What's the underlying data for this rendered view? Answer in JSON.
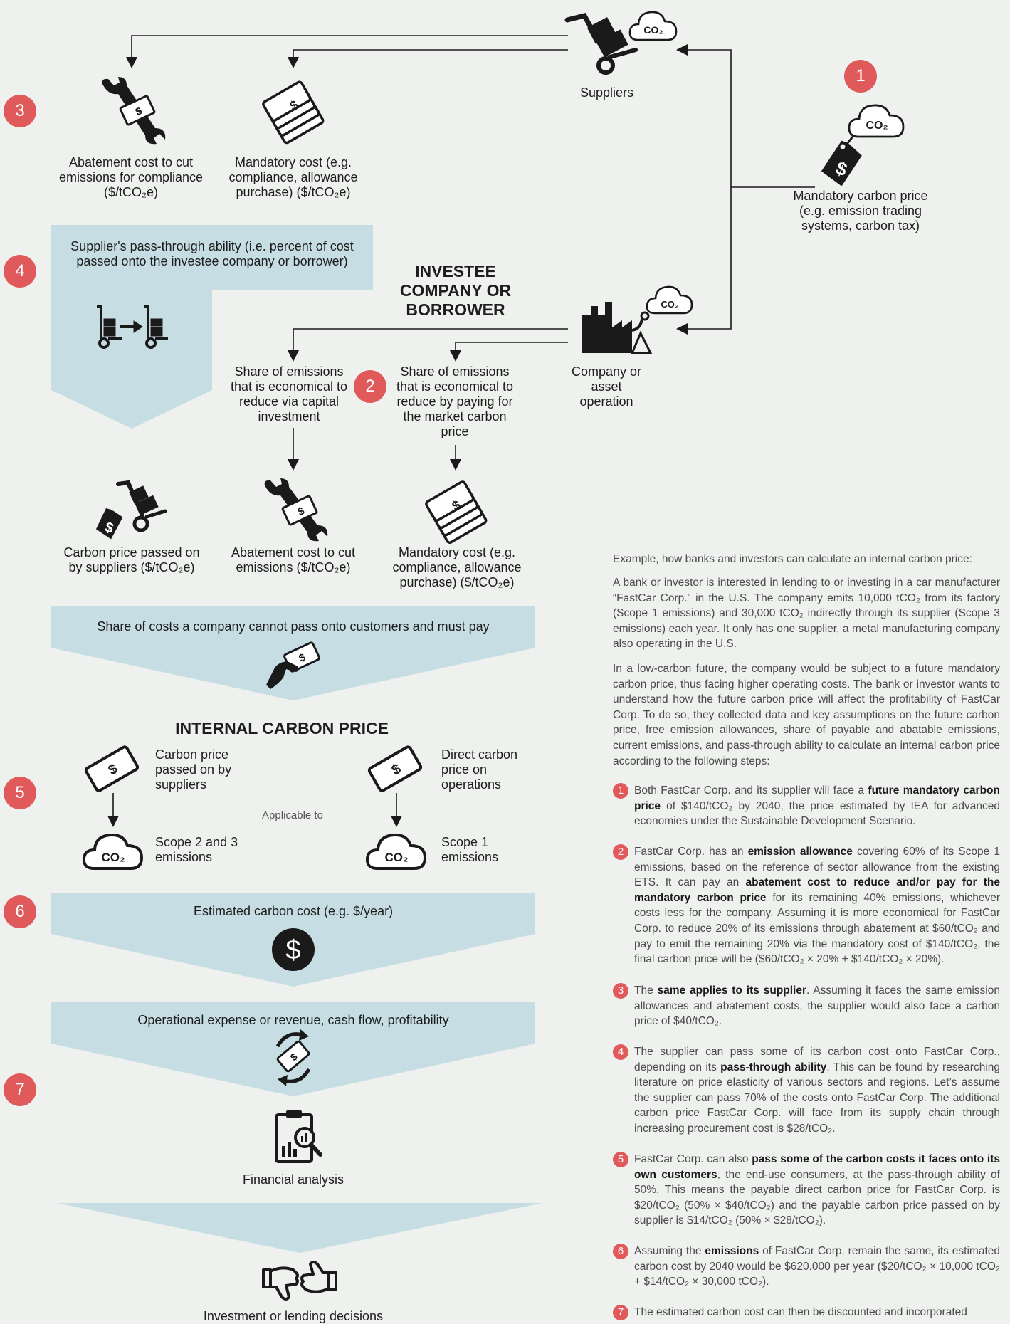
{
  "colors": {
    "background": "#eef1ee",
    "band": "#c6dde4",
    "badge": "#e05a5c",
    "ink": "#1a1a1a"
  },
  "badges": [
    "1",
    "2",
    "3",
    "4",
    "5",
    "6",
    "7"
  ],
  "suppliers": {
    "label": "Suppliers",
    "co2": "CO₂"
  },
  "mandatory_price": {
    "label": "Mandatory carbon price (e.g. emission trading systems, carbon tax)",
    "co2": "CO₂",
    "icon": "price-tag-dollar-icon"
  },
  "supplier_costs": {
    "abatement": "Abatement cost to cut emissions for compliance ($/tCO₂e)",
    "mandatory": "Mandatory cost (e.g. compliance, allowance purchase) ($/tCO₂e)"
  },
  "pass_through": {
    "label": "Supplier's pass-through ability (i.e. percent of cost passed onto the investee company or borrower)"
  },
  "investee": {
    "title": "INVESTEE COMPANY OR BORROWER"
  },
  "operation": {
    "label": "Company or asset operation",
    "co2": "CO₂"
  },
  "shares": {
    "capital": "Share of emissions that is economical to reduce via capital investment",
    "market": "Share of emissions that is economical to reduce by paying for the market carbon price"
  },
  "company_costs": {
    "passed": "Carbon price passed on by suppliers ($/tCO₂e)",
    "abatement": "Abatement cost to cut emissions ($/tCO₂e)",
    "mandatory": "Mandatory cost (e.g. compliance, allowance purchase) ($/tCO₂e)"
  },
  "share_costs": {
    "label": "Share of costs a company cannot pass onto customers and must pay"
  },
  "internal": {
    "title": "INTERNAL CARBON PRICE",
    "left_price": "Carbon price passed on by suppliers",
    "right_price": "Direct carbon price on operations",
    "applicable": "Applicable to",
    "left_scope": "Scope 2 and 3 emissions",
    "right_scope": "Scope 1 emissions",
    "co2": "CO₂"
  },
  "estimated": {
    "label": "Estimated carbon cost (e.g. $/year)"
  },
  "operational": {
    "label": "Operational expense or revenue, cash flow, profitability"
  },
  "financial": {
    "label": "Financial analysis"
  },
  "decisions": {
    "label": "Investment or lending decisions"
  },
  "example": {
    "intro": "Example, how banks and investors can calculate an internal carbon price:",
    "p1": "A bank or investor is interested in lending to or investing in a car manufacturer “FastCar Corp.” in the U.S. The company emits 10,000 tCO₂ from its factory (Scope 1 emissions) and 30,000 tCO₂ indirectly through its supplier (Scope 3 emissions) each year. It only has one supplier, a metal manufacturing company also operating in the U.S.",
    "p2": "In a low-carbon future, the company would be subject to a future mandatory carbon price, thus facing higher operating costs. The bank or investor wants to understand how the future carbon price will affect the profitability of FastCar Corp. To do so, they collected data and key assumptions on the future carbon price, free emission allowances, share of payable and abatable emissions, current emissions, and pass-through ability to calculate an internal carbon price according to the following steps:",
    "steps": [
      {
        "a": "Both FastCar Corp. and its supplier will face a ",
        "b": "future mandatory carbon price",
        "c": " of $140/tCO₂ by 2040, the price estimated by IEA for advanced economies under the Sustainable Development Scenario."
      },
      {
        "a": "FastCar Corp. has an ",
        "b": "emission allowance",
        "c": " covering 60% of its Scope 1 emissions, based on the reference of sector allowance from the existing ETS. It can pay an ",
        "d": "abatement cost to reduce and/or pay for the mandatory carbon price",
        "e": " for its remaining 40% emissions, whichever costs less for the company. Assuming it is more economical for FastCar Corp. to reduce 20% of its emissions through abatement at $60/tCO₂ and pay to emit the remaining 20% via the mandatory cost of $140/tCO₂, the final carbon price will be ($60/tCO₂ × 20% + $140/tCO₂ × 20%)."
      },
      {
        "a": "The ",
        "b": "same applies to its supplier",
        "c": ". Assuming it faces the same emission allowances and abatement costs, the supplier would also face a carbon price of $40/tCO₂."
      },
      {
        "a": "The supplier can pass some of its carbon cost onto FastCar Corp., depending on its ",
        "b": "pass-through ability",
        "c": ". This can be found by researching literature on price elasticity of various sectors and regions. Let’s assume the supplier can pass 70% of the costs onto FastCar Corp. The additional carbon price FastCar Corp. will face from its supply chain through increasing procurement cost is $28/tCO₂."
      },
      {
        "a": "FastCar Corp. can also ",
        "b": "pass some of the carbon costs it faces onto its own customers",
        "c": ", the end-use consumers, at the pass-through ability of 50%. This means the payable direct carbon price for FastCar Corp. is $20/tCO₂ (50% × $40/tCO₂) and the payable carbon price passed on by supplier is $14/tCO₂ (50% × $28/tCO₂)."
      },
      {
        "a": "Assuming the ",
        "b": "emissions",
        "c": " of FastCar Corp. remain the same, its estimated carbon cost by 2040 would be $620,000 per year ($20/tCO₂ × 10,000 tCO₂ + $14/tCO₂ × 30,000 tCO₂)."
      },
      {
        "a": "The estimated carbon cost can then be discounted and incorporated",
        "b": "",
        "c": ""
      }
    ]
  }
}
